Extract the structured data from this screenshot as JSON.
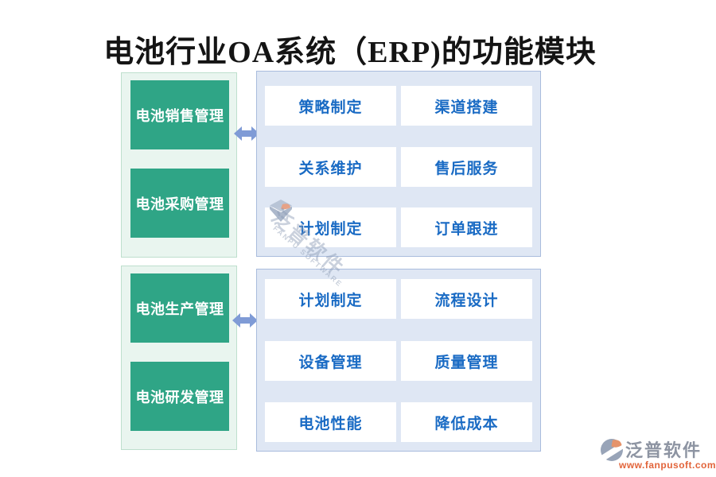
{
  "title": "电池行业OA系统（ERP)的功能模块",
  "groups": [
    {
      "modules": [
        "电池销售管理",
        "电池采购管理"
      ],
      "functions": [
        "策略制定",
        "渠道搭建",
        "关系维护",
        "售后服务",
        "计划制定",
        "订单跟进"
      ]
    },
    {
      "modules": [
        "电池生产管理",
        "电池研发管理"
      ],
      "functions": [
        "计划制定",
        "流程设计",
        "设备管理",
        "质量管理",
        "电池性能",
        "降低成本"
      ]
    }
  ],
  "watermark": {
    "brand": "泛普软件",
    "brand_en": "FANPU SOFTWARE"
  },
  "footer_logo": {
    "brand": "泛普软件",
    "site": "www.fanpusoft.com"
  },
  "icons": {
    "connector": "left-right-double-arrow",
    "brand_mark": "fanpu-diamond-logo"
  },
  "colors": {
    "title_text": "#141414",
    "module_box": "#2fa586",
    "module_container_bg": "#e9f5ef",
    "module_container_border": "#bedfcd",
    "panel_bg": "#dfe7f4",
    "panel_border": "#a9bcdd",
    "function_text": "#1a6bc4",
    "arrow": "#7f9bd6",
    "logo_text": "#8d94a2",
    "logo_url": "#e2643a"
  }
}
